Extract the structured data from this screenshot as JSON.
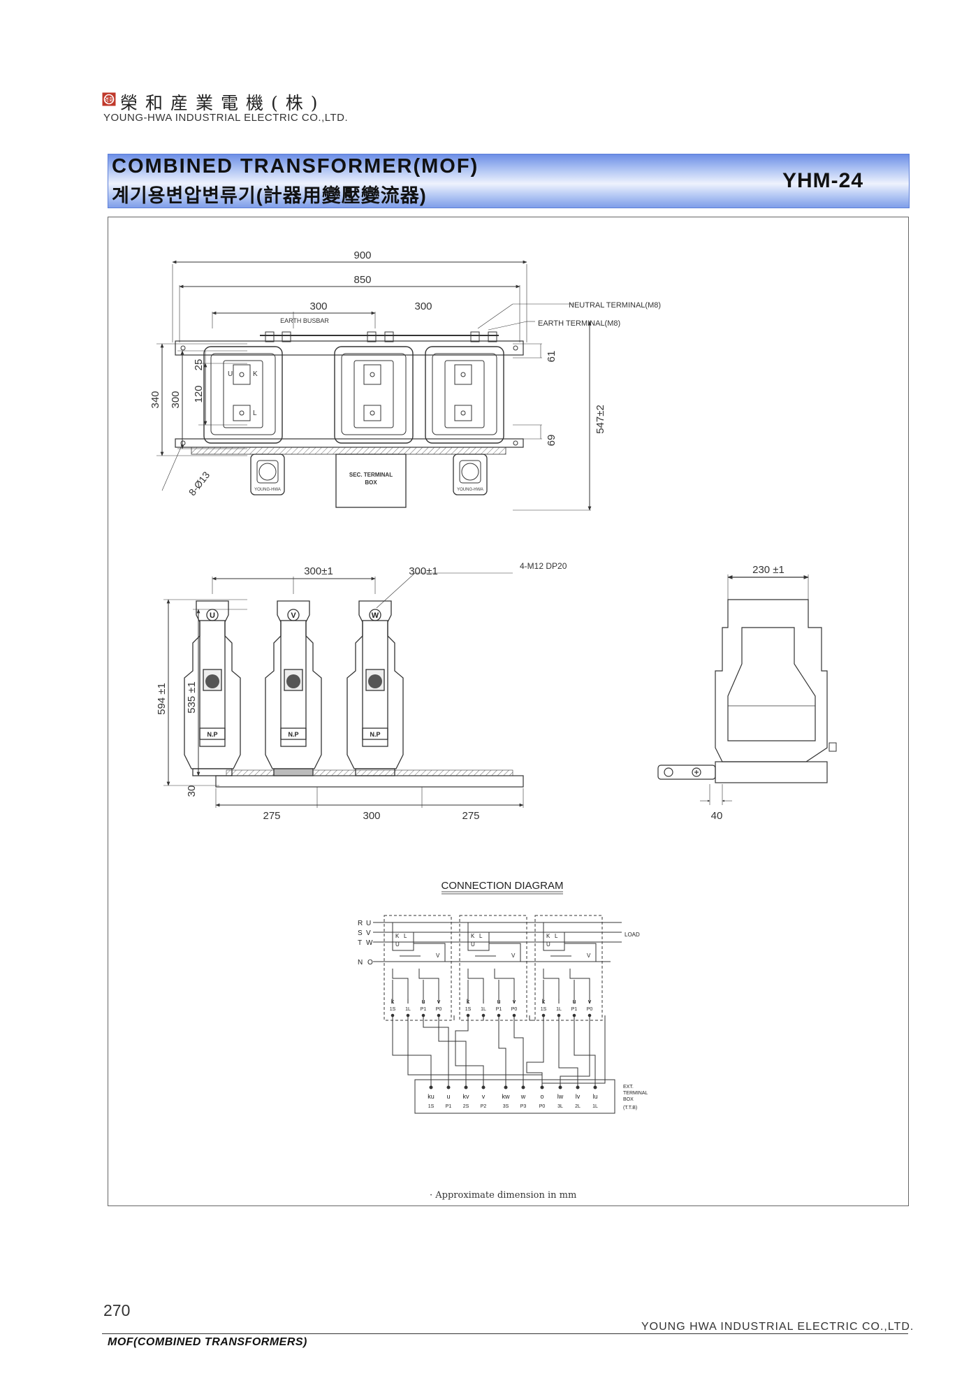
{
  "header": {
    "logo_text": "영화",
    "company_kr": "榮和産業電機(株)",
    "company_en": "YOUNG-HWA INDUSTRIAL ELECTRIC CO.,LTD."
  },
  "title": {
    "english": "COMBINED TRANSFORMER(MOF)",
    "korean": "계기용변압변류기(計器用變壓變流器)",
    "model": "YHM-24"
  },
  "top_view": {
    "dims": {
      "overall_900": "900",
      "span_850": "850",
      "pitch_left": "300",
      "pitch_right": "300",
      "d25": "25",
      "d120": "120",
      "d300": "300",
      "d340": "340",
      "d61": "61",
      "d69": "69",
      "d547": "547±2",
      "holes": "8-Ø13"
    },
    "labels": {
      "earth_busbar": "EARTH BUSBAR",
      "neutral_terminal": "NEUTRAL TERMINAL(M8)",
      "earth_terminal": "EARTH TERMINAL(M8)",
      "sec_terminal_box_1": "SEC. TERMINAL",
      "sec_terminal_box_2": "BOX",
      "nameplate_brand": "YOUNG-HWA",
      "terminal_u": "U",
      "terminal_k": "K",
      "terminal_l": "L"
    }
  },
  "front_view": {
    "dims": {
      "pitch_left": "300±1",
      "pitch_right": "300±1",
      "bolt": "4-M12 DP20",
      "height_594": "594 ±1",
      "height_535": "535 ±1",
      "base_30": "30",
      "bottom_left": "275",
      "bottom_mid": "300",
      "bottom_right": "275"
    },
    "phases": [
      "U",
      "V",
      "W"
    ],
    "nameplate": "N.P"
  },
  "side_view": {
    "dims": {
      "width_230": "230 ±1",
      "offset_40": "40"
    }
  },
  "connection_diagram": {
    "title": "CONNECTION DIAGRAM",
    "lines": [
      {
        "left": "R",
        "right": "U"
      },
      {
        "left": "S",
        "right": "V"
      },
      {
        "left": "T",
        "right": "W"
      },
      {
        "left": "N",
        "right": "O"
      }
    ],
    "load_label": "LOAD",
    "unit_top_labels": [
      "K",
      "L",
      "U",
      "V"
    ],
    "unit_terminals": [
      "k",
      "l",
      "u",
      "v"
    ],
    "unit_terminal_codes": [
      "1S",
      "1L",
      "P1",
      "P0"
    ],
    "ext_terminals": [
      "ku",
      "u",
      "kv",
      "v",
      "kw",
      "w",
      "o",
      "lw",
      "lv",
      "lu"
    ],
    "ext_codes": [
      "1S",
      "P1",
      "2S",
      "P2",
      "3S",
      "P3",
      "P0",
      "3L",
      "2L",
      "1L"
    ],
    "ext_box_label_1": "EXT.",
    "ext_box_label_2": "TERMINAL",
    "ext_box_label_3": "BOX",
    "ext_box_label_4": "(T.T.B)"
  },
  "note": "· Approximate dimension in mm",
  "footer": {
    "page_number": "270",
    "company": "YOUNG HWA INDUSTRIAL ELECTRIC CO.,LTD.",
    "section": "MOF(COMBINED TRANSFORMERS)"
  }
}
